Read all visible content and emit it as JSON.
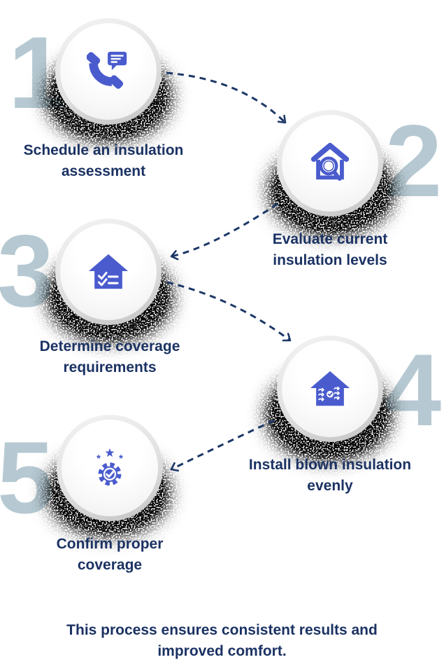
{
  "theme": {
    "accent": "#4a5ccd",
    "number_color": "#b6c9d2",
    "label_color": "#1b3263",
    "connector_color": "#1d3867",
    "background": "#ffffff"
  },
  "steps": [
    {
      "number": "1",
      "label": "Schedule an insulation assessment",
      "icon": "phone-chat-icon"
    },
    {
      "number": "2",
      "label": "Evaluate current insulation levels",
      "icon": "house-magnifier-icon"
    },
    {
      "number": "3",
      "label": "Determine coverage requirements",
      "icon": "house-checklist-icon"
    },
    {
      "number": "4",
      "label": "Install blown insulation evenly",
      "icon": "house-blow-arrows-icon"
    },
    {
      "number": "5",
      "label": "Confirm proper coverage",
      "icon": "gear-check-stars-icon"
    }
  ],
  "footer": {
    "text": "This process ensures consistent results and improved comfort."
  }
}
